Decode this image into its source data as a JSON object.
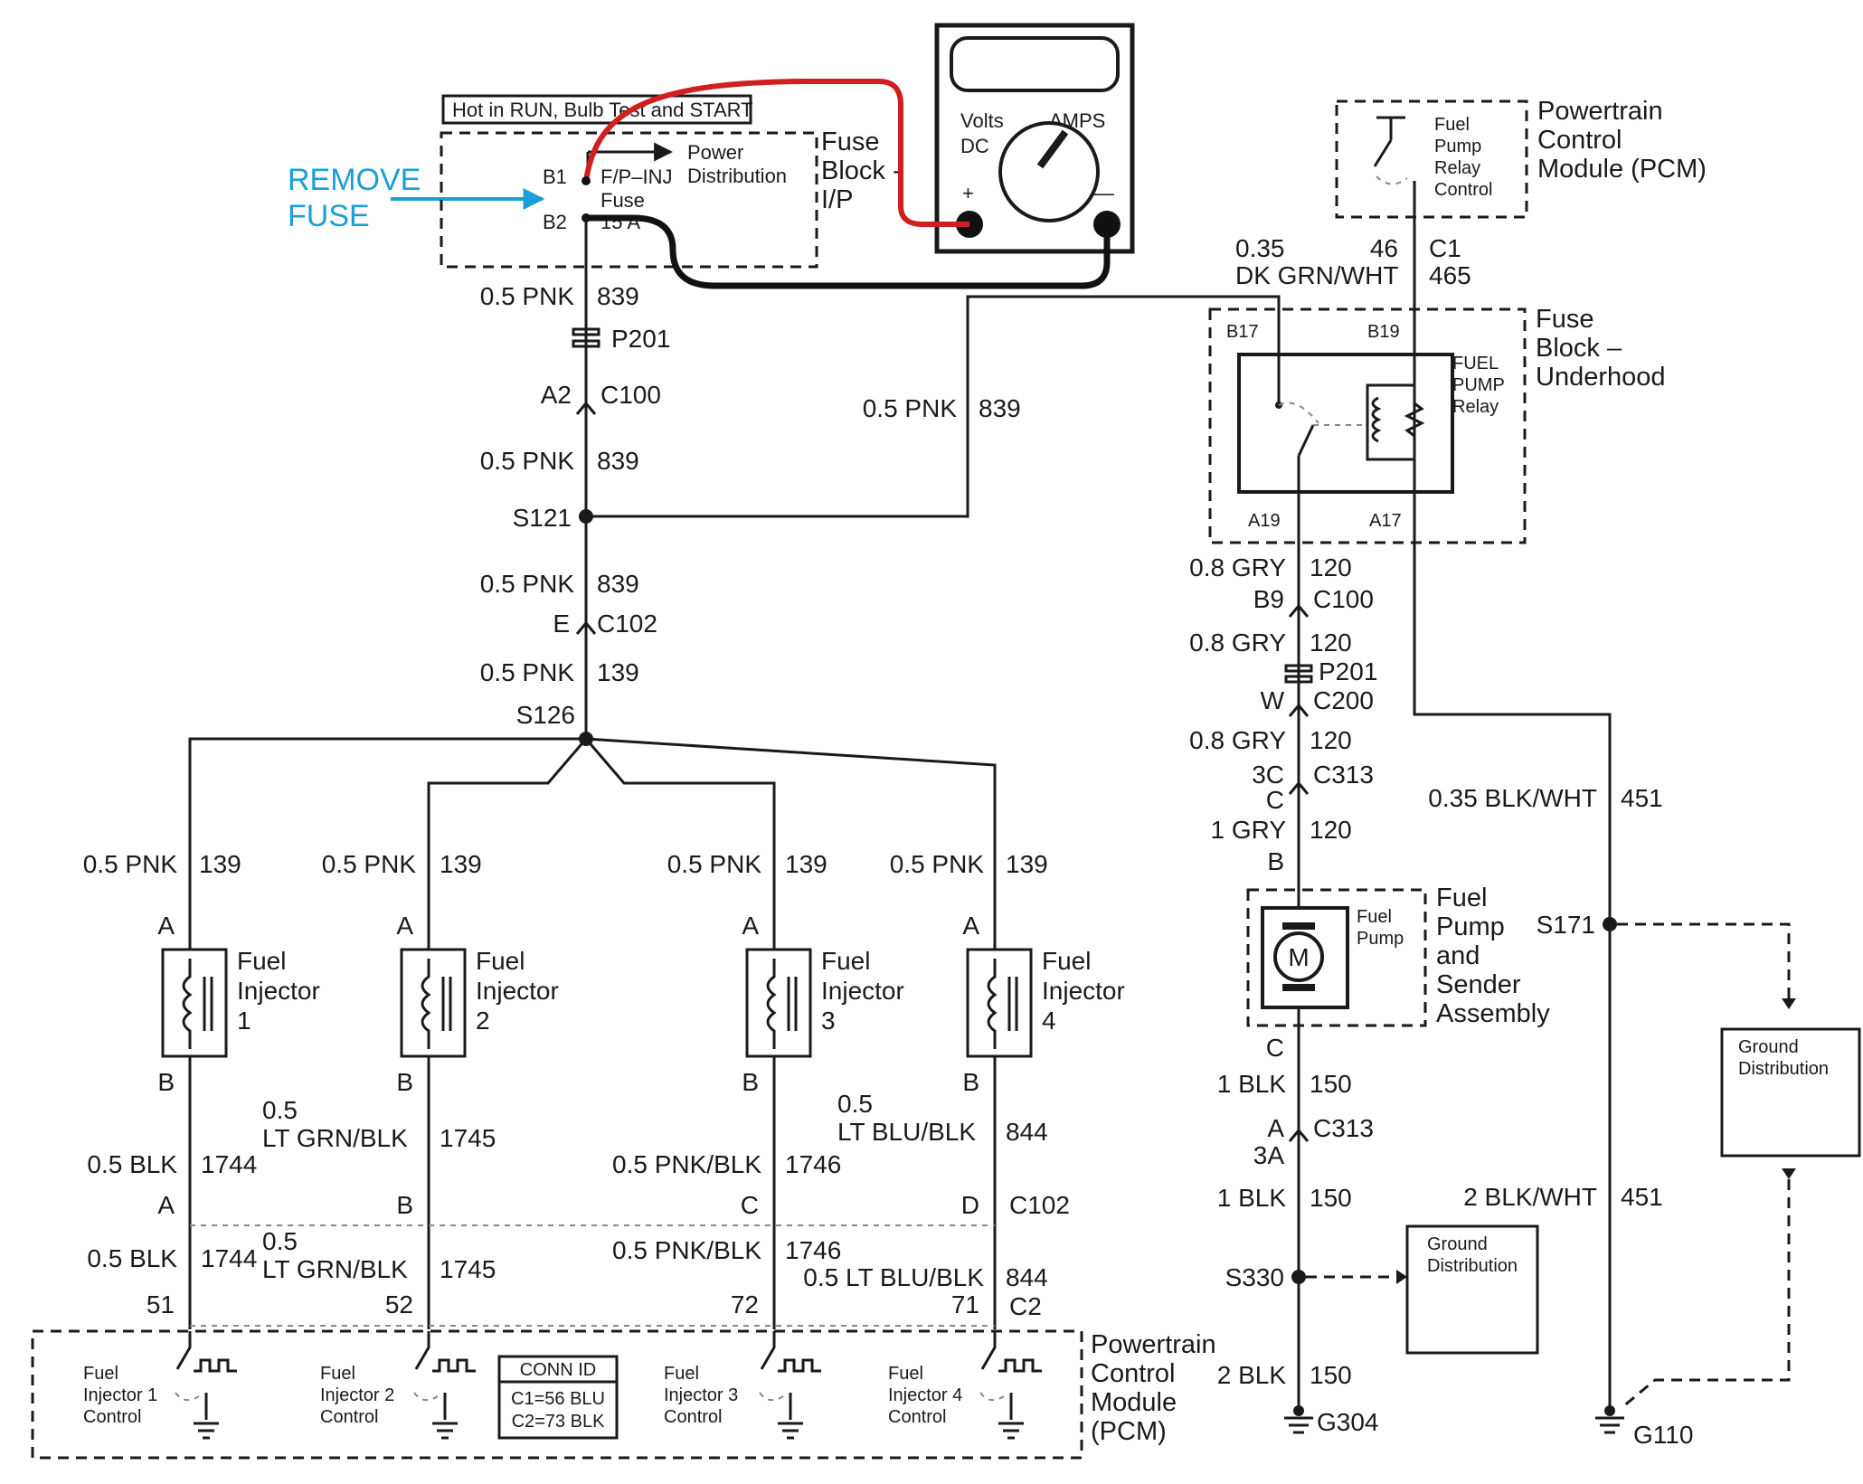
{
  "annotation": {
    "remove_fuse": [
      "REMOVE",
      "FUSE"
    ],
    "color": "#1a9fd6"
  },
  "meter": {
    "volts": "Volts",
    "dc": "DC",
    "amps": "AMPS",
    "plus": "+",
    "minus": "—",
    "red_lead": "#d11f1f"
  },
  "fuse_block_ip": {
    "header": "Hot in RUN, Bulb Test and START",
    "b1": "B1",
    "b2": "B2",
    "fuse_name": [
      "F/P–INJ",
      "Fuse"
    ],
    "fuse_rating": "15 A",
    "power_dist": [
      "Power",
      "Distribution"
    ],
    "title": [
      "Fuse",
      "Block -",
      "I/P"
    ]
  },
  "left_chain": [
    {
      "gauge": "0.5 PNK",
      "circuit": "839"
    },
    {
      "connector": "P201"
    },
    {
      "pin": "A2",
      "connector": "C100"
    },
    {
      "gauge": "0.5 PNK",
      "circuit": "839"
    },
    {
      "splice": "S121"
    },
    {
      "gauge": "0.5 PNK",
      "circuit": "839"
    },
    {
      "pin": "E",
      "connector": "C102"
    },
    {
      "gauge": "0.5 PNK",
      "circuit": "139"
    },
    {
      "splice": "S126"
    }
  ],
  "s121_branch": {
    "gauge": "0.5 PNK",
    "circuit": "839"
  },
  "injectors": [
    {
      "top_gauge": "0.5 PNK",
      "top_circuit": "139",
      "a": "A",
      "b": "B",
      "name": [
        "Fuel",
        "Injector",
        "1"
      ],
      "bot_gauge": [
        "0.5 BLK"
      ],
      "bot_circuit": "1744",
      "c102_pin": "A",
      "pcm_gauge": [
        "0.5 BLK"
      ],
      "pcm_circuit": "1744",
      "pcm_pin": "51",
      "control": [
        "Fuel",
        "Injector 1",
        "Control"
      ]
    },
    {
      "top_gauge": "0.5 PNK",
      "top_circuit": "139",
      "a": "A",
      "b": "B",
      "name": [
        "Fuel",
        "Injector",
        "2"
      ],
      "bot_gauge": [
        "0.5",
        "LT GRN/BLK"
      ],
      "bot_circuit": "1745",
      "c102_pin": "B",
      "pcm_gauge": [
        "0.5",
        "LT GRN/BLK"
      ],
      "pcm_circuit": "1745",
      "pcm_pin": "52",
      "control": [
        "Fuel",
        "Injector 2",
        "Control"
      ]
    },
    {
      "top_gauge": "0.5 PNK",
      "top_circuit": "139",
      "a": "A",
      "b": "B",
      "name": [
        "Fuel",
        "Injector",
        "3"
      ],
      "bot_gauge": [
        "0.5 PNK/BLK"
      ],
      "bot_circuit": "1746",
      "c102_pin": "C",
      "pcm_gauge": [
        "0.5 PNK/BLK"
      ],
      "pcm_circuit": "1746",
      "pcm_pin": "72",
      "control": [
        "Fuel",
        "Injector 3",
        "Control"
      ]
    },
    {
      "top_gauge": "0.5 PNK",
      "top_circuit": "139",
      "a": "A",
      "b": "B",
      "name": [
        "Fuel",
        "Injector",
        "4"
      ],
      "bot_gauge": [
        "0.5",
        "LT BLU/BLK"
      ],
      "bot_circuit": "844",
      "c102_pin": "D",
      "pcm_gauge": [
        "0.5 LT BLU/BLK"
      ],
      "pcm_circuit": "844",
      "pcm_pin": "71",
      "control": [
        "Fuel",
        "Injector 4",
        "Control"
      ]
    }
  ],
  "c102_label": "C102",
  "c2_label": "C2",
  "conn_id": {
    "title": "CONN ID",
    "c1": "C1=56 BLU",
    "c2": "C2=73 BLK"
  },
  "pcm_title": [
    "Powertrain",
    "Control",
    "Module",
    "(PCM)"
  ],
  "pcm_top": {
    "title": [
      "Powertrain",
      "Control",
      "Module (PCM)"
    ],
    "relay_control": [
      "Fuel",
      "Pump",
      "Relay",
      "Control"
    ],
    "gauge": [
      "0.35",
      "DK GRN/WHT"
    ],
    "pin": "46",
    "connector": "C1",
    "circuit": "465"
  },
  "fuse_block_uh": {
    "title": [
      "Fuse",
      "Block –",
      "Underhood"
    ],
    "relay": [
      "FUEL",
      "PUMP",
      "Relay"
    ],
    "b17": "B17",
    "b19": "B19",
    "a19": "A19",
    "a17": "A17"
  },
  "right_chain": [
    {
      "gauge": "0.8 GRY",
      "circuit": "120"
    },
    {
      "pin": "B9",
      "connector": "C100"
    },
    {
      "gauge": "0.8 GRY",
      "circuit": "120"
    },
    {
      "connector": "P201"
    },
    {
      "pin": "W",
      "connector": "C200"
    },
    {
      "gauge": "0.8 GRY",
      "circuit": "120"
    },
    {
      "pin": "3C",
      "connector": "C313"
    },
    {
      "pin": "C"
    },
    {
      "gauge": "1 GRY",
      "circuit": "120"
    },
    {
      "pin": "B"
    }
  ],
  "fuel_pump": {
    "motor": "M",
    "label": [
      "Fuel",
      "Pump"
    ],
    "title": [
      "Fuel",
      "Pump",
      "and",
      "Sender",
      "Assembly"
    ],
    "pin_c": "C"
  },
  "ground_chain": [
    {
      "gauge": "1 BLK",
      "circuit": "150"
    },
    {
      "pin": "A",
      "connector": "C313"
    },
    {
      "pin": "3A"
    },
    {
      "gauge": "1 BLK",
      "circuit": "150"
    },
    {
      "splice": "S330"
    },
    {
      "gauge": "2 BLK",
      "circuit": "150"
    },
    {
      "ground": "G304"
    }
  ],
  "ground_dist": [
    "Ground",
    "Distribution"
  ],
  "a17_chain": [
    {
      "gauge": "0.35 BLK/WHT",
      "circuit": "451"
    },
    {
      "splice": "S171"
    },
    {
      "gauge": "2 BLK/WHT",
      "circuit": "451"
    },
    {
      "ground": "G110"
    }
  ]
}
